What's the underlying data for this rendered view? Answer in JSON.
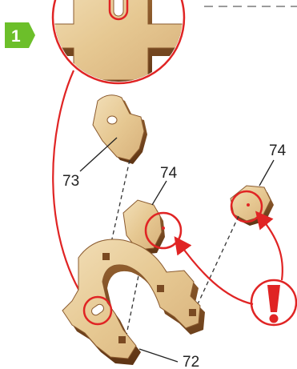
{
  "step": {
    "number": "1",
    "badge_color": "#6cbf2a"
  },
  "labels": {
    "part_73": "73",
    "part_74_left": "74",
    "part_74_right": "74",
    "part_72": "72"
  },
  "colors": {
    "wood_light": "#ead2a6",
    "wood_mid": "#d9b27a",
    "wood_edge": "#7a4a22",
    "highlight_red": "#e02424"
  }
}
